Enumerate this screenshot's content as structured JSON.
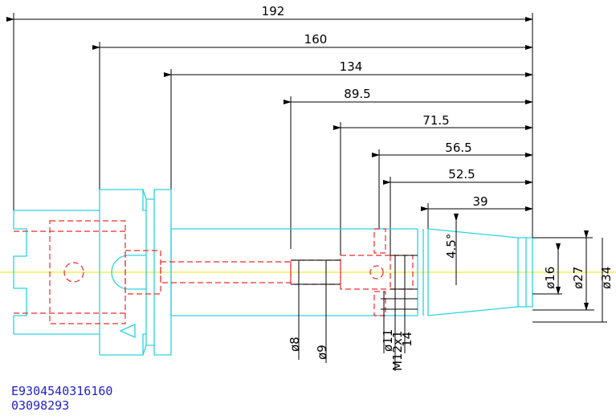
{
  "dimensions": {
    "horizontal": [
      "192",
      "160",
      "134",
      "89.5",
      "71.5",
      "56.5",
      "52.5",
      "39"
    ],
    "diameters_right": [
      "ø16",
      "ø27",
      "ø34"
    ],
    "angle": "4.5°",
    "bottom": [
      "ø8",
      "ø9",
      "ø11",
      "M12x1",
      "14"
    ]
  },
  "codes": [
    "E9304540316160",
    "03098293"
  ],
  "colors": {
    "outline": "#2ad3e0",
    "hidden": "#ee2a2a",
    "centerline": "#e8e800",
    "dimension": "#000000",
    "code_text": "#2222cc"
  }
}
